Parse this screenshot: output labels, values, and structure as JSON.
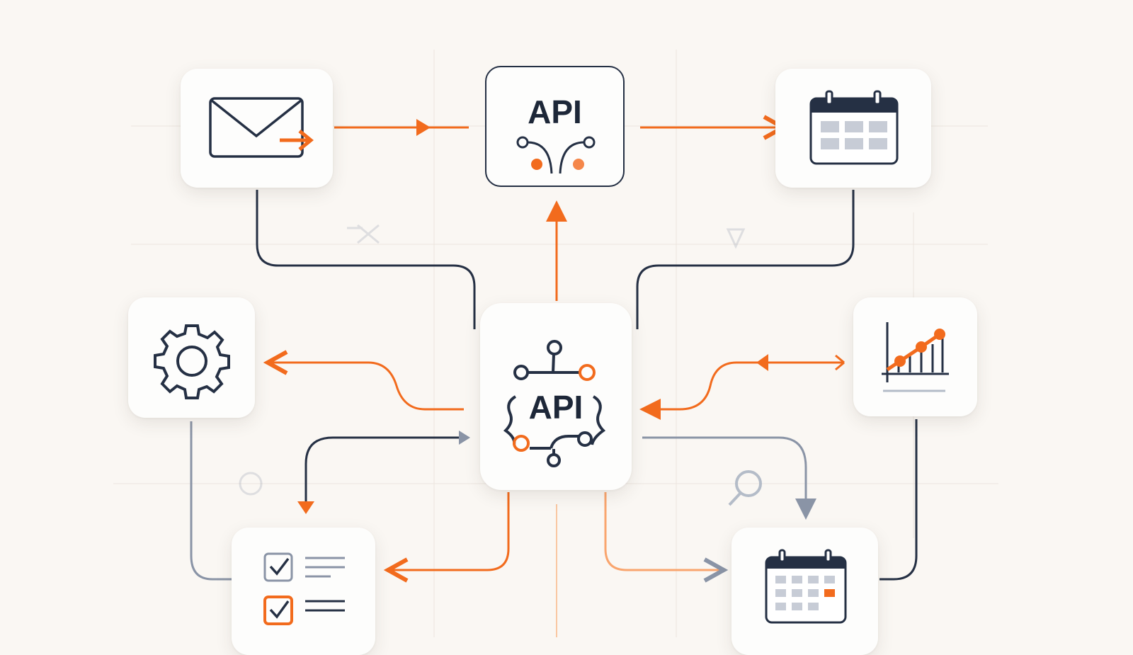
{
  "diagram": {
    "colors": {
      "accent": "#f26b1d",
      "dark": "#253044",
      "gray": "#8a94a6",
      "background": "#faf7f3"
    },
    "hub": {
      "label": "API",
      "icon": "api-circuit-icon"
    },
    "top_api": {
      "label": "API",
      "icon": "api-branch-icon"
    },
    "nodes": [
      {
        "id": "email",
        "icon": "envelope-send-icon"
      },
      {
        "id": "calendar-top",
        "icon": "calendar-icon"
      },
      {
        "id": "settings",
        "icon": "gear-icon"
      },
      {
        "id": "analytics",
        "icon": "line-chart-icon"
      },
      {
        "id": "checklist",
        "icon": "checklist-icon"
      },
      {
        "id": "calendar-bottom",
        "icon": "calendar-event-icon"
      }
    ]
  }
}
